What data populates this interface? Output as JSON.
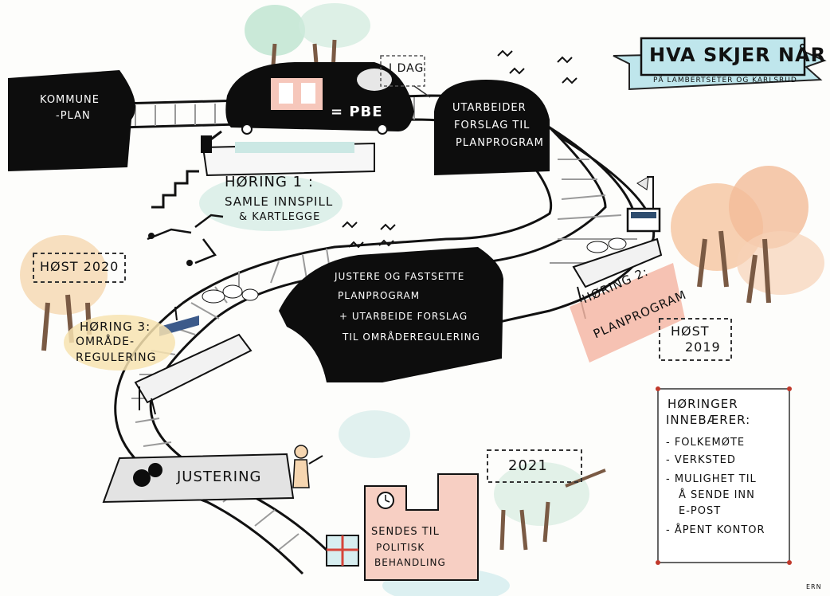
{
  "title_banner": {
    "title": "HVA SKJER NÅR",
    "subtitle": "PÅ LAMBERTSETER OG KARLSRUD"
  },
  "today_sign": "I DAG",
  "tunnels": {
    "kommuneplan_l1": "KOMMUNE",
    "kommuneplan_l2": "-PLAN",
    "planprogram": [
      "UTARBEIDER",
      "FORSLAG TIL",
      "PLANPROGRAM"
    ],
    "justere": [
      "JUSTERE OG FASTSETTE",
      "PLANPROGRAM",
      "+ UTARBEIDE FORSLAG",
      "TIL OMRÅDEREGULERING"
    ]
  },
  "train_label": "= PBE",
  "hearing_1": {
    "line1": "HØRING 1 :",
    "line2": "SAMLE INNSPILL",
    "line3": "& KARTLEGGE"
  },
  "hearing_2": {
    "line1": "HØRING 2:",
    "line2": "PLANPROGRAM"
  },
  "hearing_3": {
    "line1": "HØRING 3:",
    "line2": "OMRÅDE-",
    "line3": "REGULERING"
  },
  "dates": {
    "autumn_2020": "HØST 2020",
    "autumn_2019_l1": "HØST",
    "autumn_2019_l2": "2019",
    "year_2021": "2021"
  },
  "justering": "JUSTERING",
  "politics": {
    "line1": "SENDES TIL",
    "line2": "POLITISK",
    "line3": "BEHANDLING"
  },
  "hearings_box": {
    "heading_l1": "HØRINGER",
    "heading_l2": "INNEBÆRER:",
    "items": [
      "- FOLKEMØTE",
      "- VERKSTED",
      "- MULIGHET TIL",
      "Å SENDE INN",
      "E-POST",
      "- ÅPENT KONTOR"
    ]
  },
  "signature": "ERN",
  "colors": {
    "tunnel": "#0d0d0d",
    "banner": "#bfe6ec",
    "hearing_1_wash": "#d6ece6",
    "hearing_2_wash": "#f4b7a6",
    "hearing_3_wash": "#f7e3b0",
    "tree_orange": "#f0b488",
    "tree_green": "#bde3cf",
    "building_pink": "#f7cfc3",
    "road_stripe": "#9a9a9a"
  },
  "icons": [
    "train-icon",
    "gear-icon",
    "gift-icon",
    "clock-icon",
    "person-icon",
    "laptop-icon",
    "lamp-icon",
    "speech-bubbles-icon",
    "stairs-icon",
    "trolley-icon"
  ]
}
